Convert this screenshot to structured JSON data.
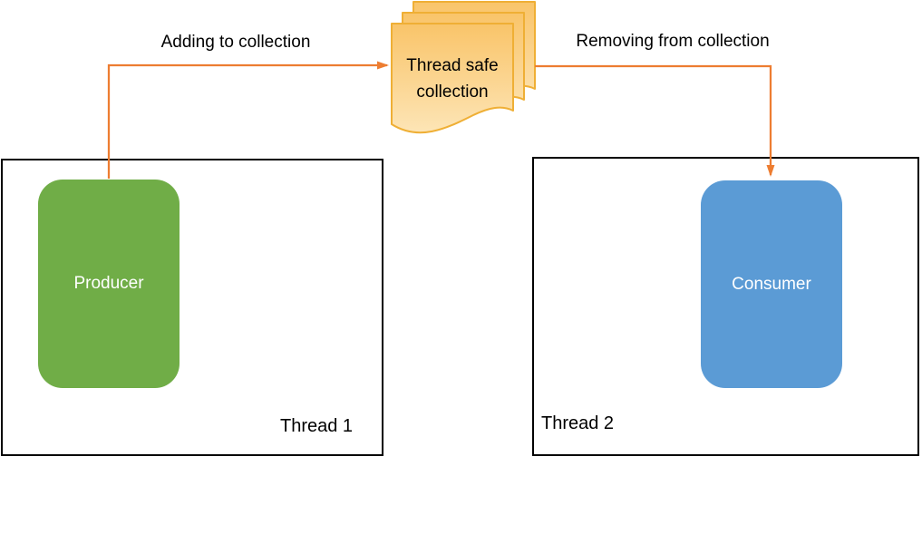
{
  "diagram": {
    "flow_labels": {
      "adding": "Adding to collection",
      "removing": "Removing from collection"
    },
    "collection": {
      "label": "Thread safe collection",
      "fill_top": "#F9C469",
      "fill_bottom": "#FDE5B6",
      "border_color": "#EFAF35"
    },
    "thread1": {
      "label": "Thread 1",
      "node_label": "Producer",
      "node_fill": "#70AD47"
    },
    "thread2": {
      "label": "Thread 2",
      "node_label": "Consumer",
      "node_fill": "#5B9BD5"
    },
    "arrow_color": "#ED7D31",
    "box_border_color": "#000000",
    "node_text_color": "#FFFFFF"
  }
}
